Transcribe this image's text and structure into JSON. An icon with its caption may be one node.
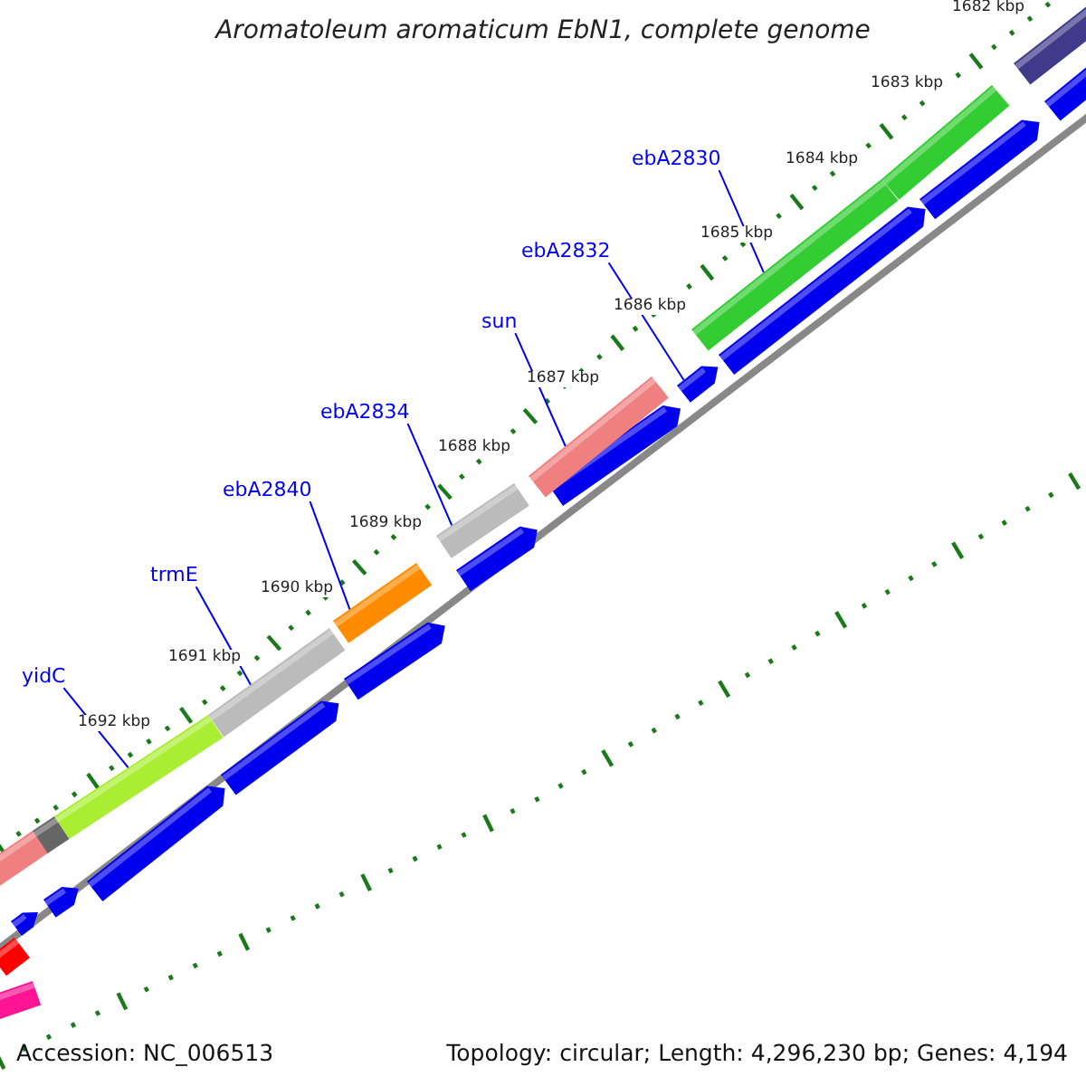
{
  "diagram": {
    "title": "Aromatoleum aromaticum EbN1, complete genome",
    "nodes": [
      {
        "text": [
          "ebA2830"
        ]
      },
      {
        "text": [
          "ebA2832"
        ]
      },
      {
        "text": [
          "sun"
        ]
      },
      {
        "text": [
          "ebA2834"
        ]
      },
      {
        "text": [
          "ebA2840"
        ]
      },
      {
        "text": [
          "trmE"
        ]
      },
      {
        "text": [
          "yidC"
        ]
      },
      {
        "text": [],
        "shape": "bar"
      },
      {
        "text": [],
        "shape": "bar"
      },
      {
        "text": [],
        "shape": "bar"
      },
      {
        "text": [],
        "shape": "bar"
      },
      {
        "text": [],
        "shape": "bar"
      },
      {
        "text": [],
        "shape": "bar"
      },
      {
        "text": [],
        "shape": "bar"
      }
    ],
    "edges": [
      {
        "from": 0,
        "to": 7,
        "arrow": "none"
      },
      {
        "from": 1,
        "to": 8,
        "arrow": "none"
      },
      {
        "from": 2,
        "to": 9,
        "arrow": "none"
      },
      {
        "from": 3,
        "to": 10,
        "arrow": "none"
      },
      {
        "from": 4,
        "to": 11,
        "arrow": "none"
      },
      {
        "from": 5,
        "to": 12,
        "arrow": "none"
      },
      {
        "from": 6,
        "to": 13,
        "arrow": "none"
      }
    ],
    "labels": [
      "1682 kbp",
      "1683 kbp",
      "1684 kbp",
      "1685 kbp",
      "1686 kbp",
      "1687 kbp",
      "1688 kbp",
      "1689 kbp",
      "1690 kbp",
      "1691 kbp",
      "1692 kbp",
      "Accession: NC_006513",
      "Topology: circular; Length: 4,296,230 bp; Genes: 4,194"
    ]
  }
}
